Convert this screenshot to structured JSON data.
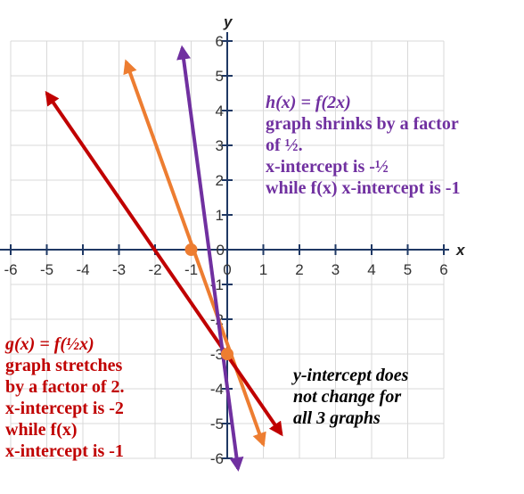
{
  "colors": {
    "f": "#ED7D31",
    "g": "#C00000",
    "h": "#7030A0",
    "axis": "#1F3864",
    "grid": "#D9D9D9",
    "note_y": "#000000"
  },
  "chart_data": {
    "type": "line",
    "xlabel": "x",
    "ylabel": "y",
    "xlim": [
      -6,
      6
    ],
    "ylim": [
      -6,
      6
    ],
    "x_ticks": [
      "-6",
      "-5",
      "-4",
      "-3",
      "-2",
      "-1",
      "0",
      "1",
      "2",
      "3",
      "4",
      "5",
      "6"
    ],
    "y_ticks": [
      "-6",
      "-5",
      "-4",
      "-3",
      "-2",
      "-1",
      "0",
      "1",
      "2",
      "3",
      "4",
      "5",
      "6"
    ],
    "grid": true,
    "series": [
      {
        "key": "f",
        "points": [
          [
            -2.8,
            5.4
          ],
          [
            1.0,
            -5.6
          ]
        ],
        "arrows": "both"
      },
      {
        "key": "g",
        "points": [
          [
            -5.0,
            4.5
          ],
          [
            1.5,
            -5.3
          ]
        ],
        "arrows": "both"
      },
      {
        "key": "h",
        "points": [
          [
            -1.25,
            5.8
          ],
          [
            0.3,
            -6.3
          ]
        ],
        "arrows": "both"
      }
    ],
    "marked_points": [
      {
        "x": -1,
        "y": 0
      },
      {
        "x": 0,
        "y": -3
      }
    ]
  },
  "notes": {
    "h": {
      "title": "h(x) = f(2x)",
      "lines": [
        "graph shrinks by a factor",
        "of ½.",
        "x-intercept is -½",
        "while f(x) x-intercept is -1"
      ]
    },
    "g": {
      "title": "g(x) = f(½x)",
      "lines": [
        "graph stretches",
        "by a factor of 2.",
        "x-intercept is -2",
        "while f(x)",
        "x-intercept is -1"
      ]
    },
    "y": {
      "lines": [
        "y-intercept does",
        "not change for",
        "all 3 graphs"
      ]
    }
  }
}
